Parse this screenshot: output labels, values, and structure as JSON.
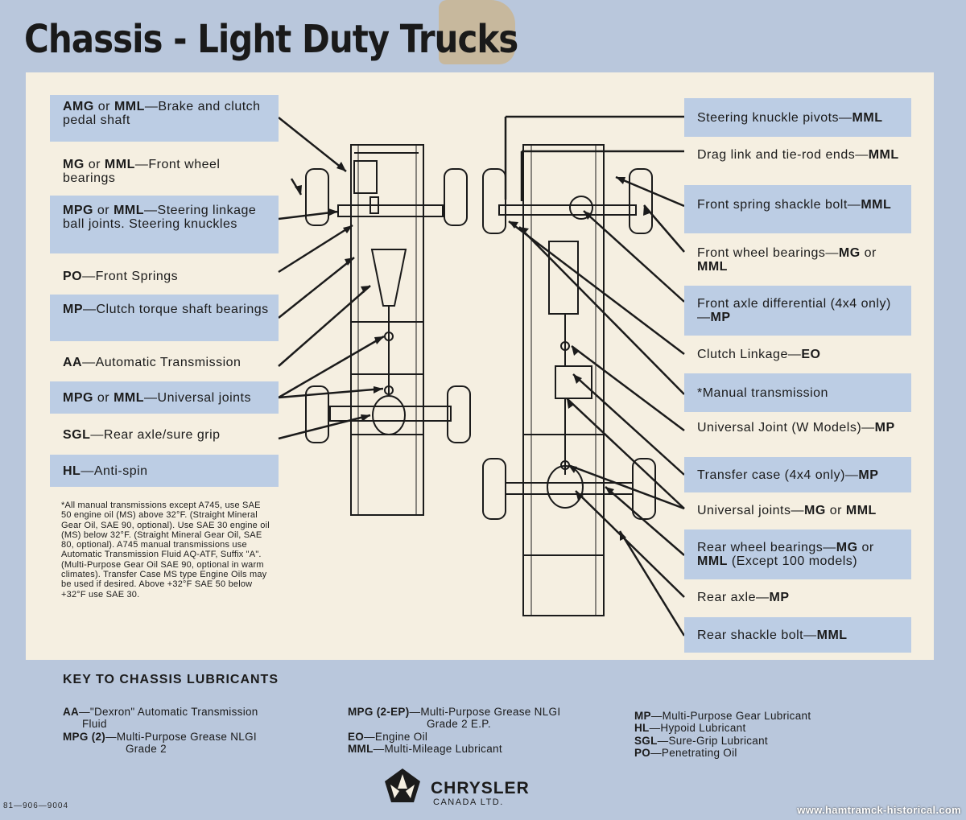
{
  "title": "Chassis - Light Duty Trucks",
  "left_labels": [
    {
      "code": "AMG",
      "sep": " or ",
      "code2": "MML",
      "text": "—Brake and clutch pedal shaft",
      "boxed": true
    },
    {
      "code": "MG",
      "sep": " or ",
      "code2": "MML",
      "text": "—Front wheel bearings",
      "boxed": false
    },
    {
      "code": "MPG",
      "sep": " or ",
      "code2": "MML",
      "text": "—Steering linkage ball joints. Steering knuckles",
      "boxed": true
    },
    {
      "code": "PO",
      "sep": "",
      "code2": "",
      "text": "—Front Springs",
      "boxed": false
    },
    {
      "code": "MP",
      "sep": "",
      "code2": "",
      "text": "—Clutch torque shaft bearings",
      "boxed": true
    },
    {
      "code": "AA",
      "sep": "",
      "code2": "",
      "text": "—Automatic Transmission",
      "boxed": false
    },
    {
      "code": "MPG",
      "sep": " or ",
      "code2": "MML",
      "text": "—Universal joints",
      "boxed": true
    },
    {
      "code": "SGL",
      "sep": "",
      "code2": "",
      "text": "—Rear axle/sure grip",
      "boxed": false
    },
    {
      "code": "HL",
      "sep": "",
      "code2": "",
      "text": "—Anti-spin",
      "boxed": true
    }
  ],
  "right_labels": [
    {
      "pre": "Steering knuckle pivots—",
      "code": "MML",
      "mid": "",
      "code2": "",
      "post": "",
      "boxed": true
    },
    {
      "pre": "Drag link and tie-rod ends—",
      "code": "MML",
      "mid": "",
      "code2": "",
      "post": "",
      "boxed": false
    },
    {
      "pre": "Front spring shackle bolt—",
      "code": "MML",
      "mid": "",
      "code2": "",
      "post": "",
      "boxed": true
    },
    {
      "pre": "Front wheel bearings—",
      "code": "MG",
      "mid": " or ",
      "code2": "MML",
      "post": "",
      "boxed": false
    },
    {
      "pre": "Front axle differential (4x4 only)—",
      "code": "MP",
      "mid": "",
      "code2": "",
      "post": "",
      "boxed": true
    },
    {
      "pre": "Clutch Linkage—",
      "code": "EO",
      "mid": "",
      "code2": "",
      "post": "",
      "boxed": false
    },
    {
      "pre": "*Manual transmission",
      "code": "",
      "mid": "",
      "code2": "",
      "post": "",
      "boxed": true
    },
    {
      "pre": "Universal Joint (W Models)—",
      "code": "MP",
      "mid": "",
      "code2": "",
      "post": "",
      "boxed": false
    },
    {
      "pre": "Transfer case (4x4 only)—",
      "code": "MP",
      "mid": "",
      "code2": "",
      "post": "",
      "boxed": true
    },
    {
      "pre": "Universal joints—",
      "code": "MG",
      "mid": " or ",
      "code2": "MML",
      "post": "",
      "boxed": false
    },
    {
      "pre": "Rear wheel bearings—",
      "code": "MG",
      "mid": " or ",
      "code2": "MML",
      "post": " (Except 100 models)",
      "boxed": true
    },
    {
      "pre": "Rear axle—",
      "code": "MP",
      "mid": "",
      "code2": "",
      "post": "",
      "boxed": false
    },
    {
      "pre": "Rear shackle bolt—",
      "code": "MML",
      "mid": "",
      "code2": "",
      "post": "",
      "boxed": true
    }
  ],
  "footnote": "*All manual transmissions except A745, use SAE 50 engine oil (MS) above 32°F. (Straight Mineral Gear Oil, SAE 90, optional). Use SAE 30 engine oil (MS) below 32°F. (Straight Mineral Gear Oil, SAE 80, optional). A745 manual transmissions use Automatic Transmission Fluid AQ-ATF, Suffix \"A\". (Multi-Purpose Gear Oil SAE 90, optional in warm climates). Transfer Case MS type Engine Oils may be used if desired. Above +32°F SAE 50 below +32°F use SAE 30.",
  "key": {
    "title": "KEY TO CHASSIS LUBRICANTS",
    "col1": [
      {
        "code": "AA",
        "text": "—\"Dexron\" Automatic Transmission",
        "cont": "Fluid"
      },
      {
        "code": "MPG (2)",
        "text": "—Multi-Purpose Grease NLGI",
        "cont": "Grade 2"
      }
    ],
    "col2": [
      {
        "code": "MPG (2-EP)",
        "text": "—Multi-Purpose Grease NLGI",
        "cont": "Grade 2 E.P."
      },
      {
        "code": "EO",
        "text": "—Engine Oil",
        "cont": ""
      },
      {
        "code": "MML",
        "text": "—Multi-Mileage Lubricant",
        "cont": ""
      }
    ],
    "col3": [
      {
        "code": "MP",
        "text": "—Multi-Purpose Gear Lubricant"
      },
      {
        "code": "HL",
        "text": "—Hypoid Lubricant"
      },
      {
        "code": "SGL",
        "text": "—Sure-Grip Lubricant"
      },
      {
        "code": "PO",
        "text": "—Penetrating Oil"
      }
    ]
  },
  "logo": {
    "name": "CHRYSLER",
    "sub": "CANADA LTD.",
    "icon": "pentastar-icon"
  },
  "part_code": "81—906—9004",
  "website": "www.hamtramck-historical.com",
  "colors": {
    "label_box": "#bccde4",
    "panel": "#f5efe1",
    "border": "#b9c7dc",
    "ink": "#1b1b1b"
  }
}
